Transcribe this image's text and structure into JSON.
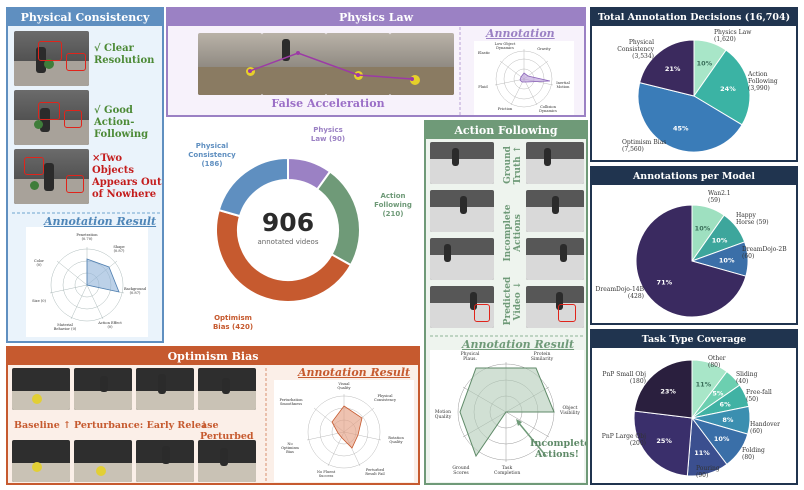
{
  "physical_consistency": {
    "title": "Physical Consistency",
    "labels": [
      "√ Clear Resolution",
      "√ Good Action-Following",
      "×Two Objects Appears Out of Nowhere"
    ],
    "annotation_title": "Annotation Result",
    "radar_axes": [
      "Penetration (0.70)",
      "Shape (0.87)",
      "Background (0.87)",
      "Action Effect (0)",
      "Material Behavior (0)",
      "Size (0)",
      "Color (0)"
    ]
  },
  "physics_law": {
    "title": "Physics Law",
    "caption": "False Acceleration",
    "annotation_title": "Annotation Result",
    "radar_axes": [
      "Low Object Dynamics",
      "Gravity",
      "Inertial Motion",
      "Collision Dynamics",
      "Friction",
      "Fluid",
      "Elastic"
    ]
  },
  "donut": {
    "total": "906",
    "subtitle": "annotated videos",
    "labels": {
      "physics_law": "Physics Law (90)",
      "physical_consistency": "Physical Consistency (186)",
      "action_following": "Action Following (210)",
      "optimism_bias": "Optimism Bias (420)"
    },
    "colors": {
      "physics_law": "#9b81c4",
      "physical_consistency": "#5f8fc0",
      "action_following": "#6f9a78",
      "optimism_bias": "#c65a2f"
    }
  },
  "action_following": {
    "title": "Action Following",
    "row_labels": [
      "Ground Truth ↑",
      "Incomplete Actions",
      "Predicted Video ↓"
    ],
    "annotation_title": "Annotation Result",
    "radar_axes": [
      "Physical Plaus.",
      "Protein Similarity",
      "Object Visibility",
      "Task Completion",
      "Ground Scores",
      "Motion Quality"
    ],
    "callout": "Incomplete Actions!"
  },
  "optimism_bias": {
    "title": "Optimism Bias",
    "baseline": "Baseline ↑",
    "perturbation": "Perturbance: Early Release",
    "perturbed": "↓ Perturbed",
    "annotation_title": "Annotation Result",
    "radar_axes": [
      "Visual Quality",
      "Physical Consistency",
      "Rotation Quality",
      "Perturbed Result Fail",
      "No Fluent Success",
      "No Optimism Bias",
      "Perturbation Smoothness"
    ]
  },
  "total_annotation": {
    "title": "Total Annotation Decisions (16,704)",
    "chart_data": {
      "type": "pie",
      "categories": [
        "Physics Law (1,620)",
        "Action Following (3,990)",
        "Optimism Bias (7,560)",
        "Physical Consistency (3,534)"
      ],
      "values": [
        1620,
        3990,
        7560,
        3534
      ],
      "percent_labels": [
        "10%",
        "24%",
        "45%",
        "21%"
      ],
      "colors": [
        "#a8e6c8",
        "#3bb3a4",
        "#3a7cb8",
        "#3b2a5e"
      ]
    }
  },
  "per_model": {
    "title": "Annotations per Model",
    "chart_data": {
      "type": "pie",
      "categories": [
        "Wan2.1 (59)",
        "Happy Horse (59)",
        "DreamDojo-2B (60)",
        "DreamDojo-14B (428)"
      ],
      "values": [
        59,
        59,
        60,
        428
      ],
      "percent_labels": [
        "10%",
        "10%",
        "10%",
        "71%"
      ],
      "colors": [
        "#9ee0c0",
        "#3da69c",
        "#3b6fa8",
        "#3a2a60"
      ]
    }
  },
  "task_type": {
    "title": "Task Type Coverage",
    "chart_data": {
      "type": "pie",
      "categories": [
        "Other (80)",
        "Sliding (40)",
        "Free-fall (50)",
        "Handover (60)",
        "Folding (80)",
        "Pouring (90)",
        "PnP Large Obj (200)",
        "PnP Small Obj (180)"
      ],
      "values": [
        80,
        40,
        50,
        60,
        80,
        90,
        200,
        180
      ],
      "percent_labels": [
        "11%",
        "5%",
        "6%",
        "8%",
        "10%",
        "11%",
        "25%",
        "23%"
      ],
      "colors": [
        "#a8e6c8",
        "#6ccfb0",
        "#40b2a4",
        "#3b8fb0",
        "#3a6fa8",
        "#3b4f8f",
        "#3a2f6b",
        "#2a1f3e"
      ]
    }
  }
}
